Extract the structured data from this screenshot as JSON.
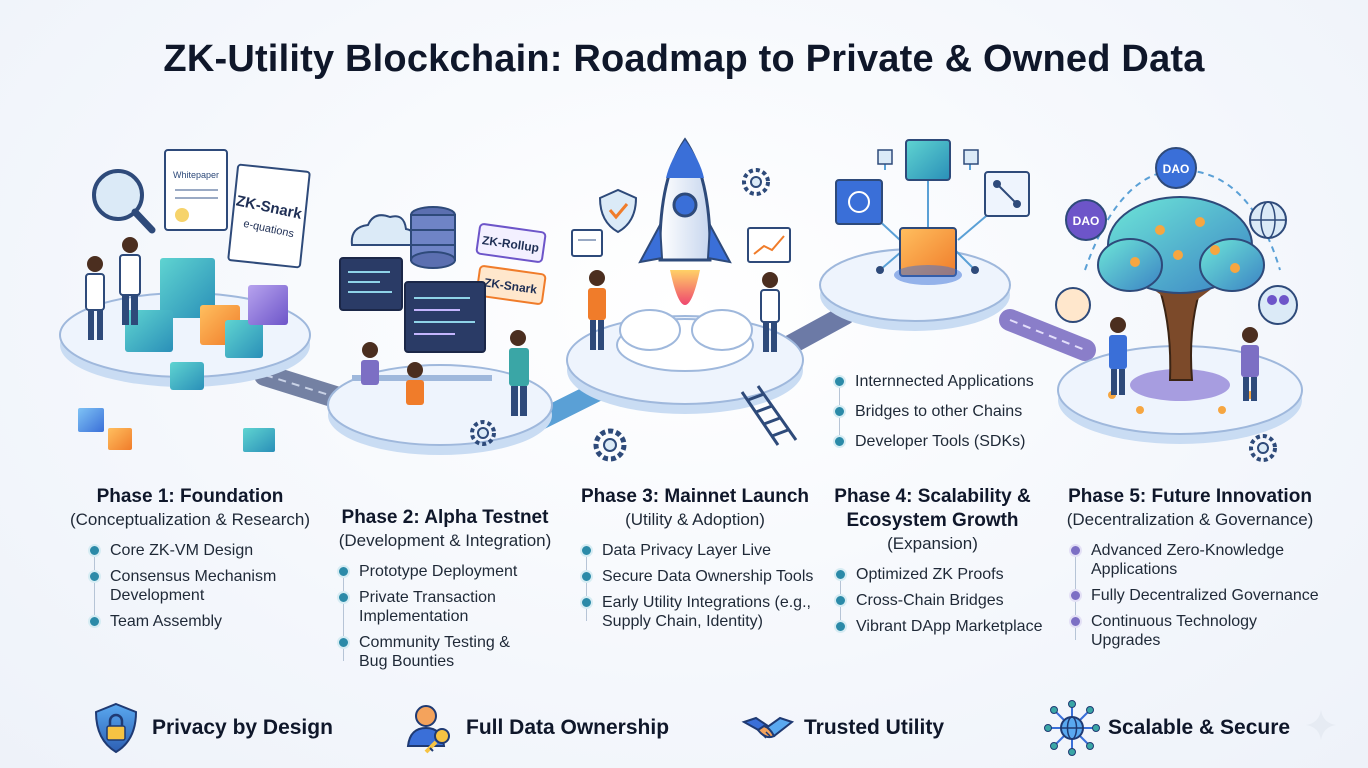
{
  "title": "ZK-Utility Blockchain: Roadmap to Private & Owned Data",
  "illustration_labels": {
    "whitepaper": "Whitepaper",
    "zk_snark_doc_line1": "ZK-Snark",
    "zk_snark_doc_line2": "e-quations",
    "zk_rollup_tag": "ZK-Rollup",
    "zk_snark_tag": "ZK-Snark",
    "dao_top": "DAO",
    "dao_left": "DAO"
  },
  "phases": [
    {
      "title": "Phase 1: Foundation",
      "subtitle": "(Conceptualization & Research)",
      "bullets": [
        "Core ZK-VM Design",
        "Consensus Mechanism Development",
        "Team Assembly"
      ]
    },
    {
      "title": "Phase 2: Alpha Testnet",
      "subtitle": "(Development & Integration)",
      "bullets": [
        "Prototype Deployment",
        "Private Transaction Implementation",
        "Community Testing & Bug Bounties"
      ]
    },
    {
      "title": "Phase 3: Mainnet Launch",
      "subtitle": "(Utility & Adoption)",
      "bullets": [
        "Data Privacy Layer Live",
        "Secure Data Ownership Tools",
        "Early Utility Integrations (e.g., Supply Chain, Identity)"
      ]
    },
    {
      "title_line1": "Phase 4: Scalability &",
      "title_line2": "Ecosystem Growth",
      "subtitle": "(Expansion)",
      "upper_bullets": [
        "Internnected Applications",
        "Bridges to other Chains",
        "Developer Tools (SDKs)"
      ],
      "bullets": [
        "Optimized ZK Proofs",
        "Cross-Chain Bridges",
        "Vibrant DApp Marketplace"
      ]
    },
    {
      "title": "Phase 5: Future Innovation",
      "subtitle": "(Decentralization & Governance)",
      "bullets": [
        "Advanced Zero-Knowledge Applications",
        "Fully Decentralized Governance",
        "Continuous Technology Upgrades"
      ]
    }
  ],
  "features": [
    {
      "label": "Privacy by Design",
      "icon": "shield-lock-icon"
    },
    {
      "label": "Full Data Ownership",
      "icon": "user-key-icon"
    },
    {
      "label": "Trusted Utility",
      "icon": "handshake-icon"
    },
    {
      "label": "Scalable & Secure",
      "icon": "network-globe-icon"
    }
  ],
  "colors": {
    "accent_teal": "#2b8aa8",
    "accent_purple": "#7c6fc4",
    "platform": "#eef4fd",
    "road": "#6b7a9a"
  }
}
